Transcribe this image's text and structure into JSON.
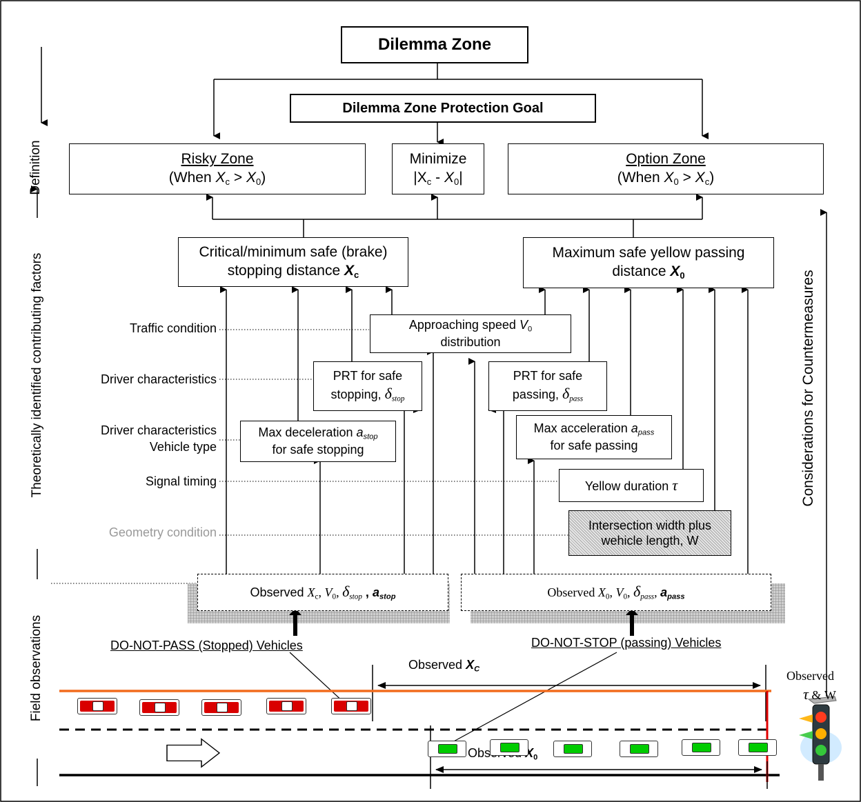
{
  "top": {
    "dilemma_zone": "Dilemma Zone",
    "protection_goal": "Dilemma Zone Protection Goal"
  },
  "zones": {
    "risky_title": "Risky Zone",
    "risky_cond_prefix": "(When ",
    "risky_cond_mid": " > ",
    "risky_cond_suffix": ")",
    "minimize_title": "Minimize",
    "minimize_expr": "|X",
    "option_title": "Option Zone",
    "option_cond_prefix": "(When ",
    "option_cond_mid": " > ",
    "option_cond_suffix": ")"
  },
  "distances": {
    "critical_line1": "Critical/minimum safe (brake)",
    "critical_line2": "stopping distance",
    "critical_var": "X",
    "critical_sub": "c",
    "maximum_line1": "Maximum safe yellow passing",
    "maximum_line2": "distance",
    "maximum_var": "X",
    "maximum_sub": "0"
  },
  "factors": {
    "approaching_line1": "Approaching speed",
    "approaching_var": "V",
    "approaching_sub": "0",
    "approaching_line2": "distribution",
    "prt_stop_line1": "PRT for safe",
    "prt_stop_line2": "stopping,",
    "prt_stop_sub": "stop",
    "prt_pass_line1": "PRT for safe",
    "prt_pass_line2": "passing,",
    "prt_pass_sub": "pass",
    "max_decel_line1": "Max deceleration",
    "max_decel_var": "a",
    "max_decel_sub": "stop",
    "max_decel_line2": "for safe stopping",
    "max_accel_line1": "Max acceleration",
    "max_accel_var": "a",
    "max_accel_sub": "pass",
    "max_accel_line2": "for safe passing",
    "yellow": "Yellow duration",
    "width_line1": "Intersection width plus",
    "width_line2": "wehicle length, W"
  },
  "row_labels": {
    "traffic": "Traffic condition",
    "driver": "Driver characteristics",
    "driver_vehicle_1": "Driver characteristics",
    "driver_vehicle_2": "Vehicle type",
    "signal": "Signal timing",
    "geometry": "Geometry condition"
  },
  "observed": {
    "stop_prefix": "Observed",
    "stop_vars": "X",
    "pass_prefix": "Observed",
    "pass_vars": "X",
    "stopped_vehicles": "DO-NOT-PASS (Stopped) Vehicles",
    "passing_vehicles": "DO-NOT-STOP (passing) Vehicles",
    "observed_xc": "Observed",
    "observed_x0": "Observed",
    "observed_tau_line1": "Observed",
    "observed_tau_line2": "& W"
  },
  "side_labels": {
    "definition": "Definition",
    "contributing": "Theoretically identified contributing factors",
    "field": "Field observations",
    "countermeasures": "Considerations for Countermeasures"
  },
  "colors": {
    "orange_line": "#f26b1d",
    "red_car": "#d90000",
    "green_car": "#00cc00",
    "stop_bar": "#e00000",
    "gray_label": "#999999",
    "hatch": "#bdbdbd"
  },
  "icons": {
    "arrow": "white-right-arrow-icon",
    "signal": "traffic-signal-icon"
  }
}
